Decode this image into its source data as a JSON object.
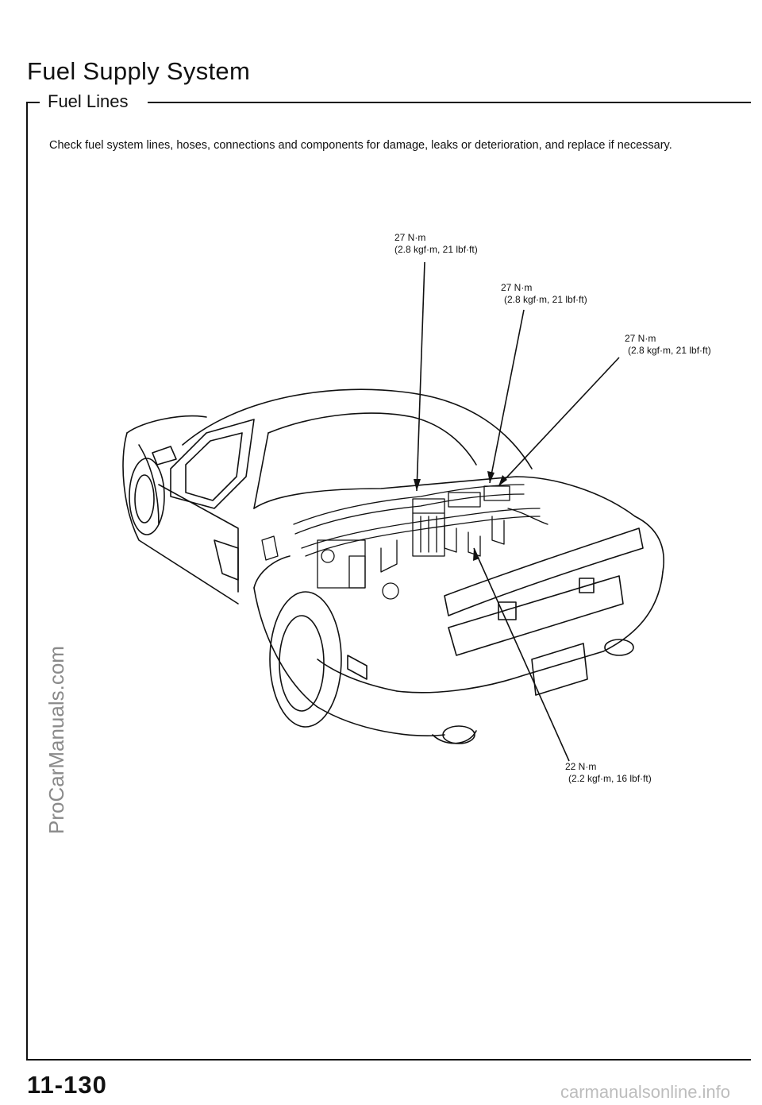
{
  "page": {
    "title": "Fuel Supply System",
    "section": "Fuel Lines",
    "intro": "Check fuel system lines, hoses, connections and components for damage, leaks or deterioration, and replace if necessary.",
    "page_number": "11-130",
    "footer_url": "carmanualsonline.info",
    "watermark": "ProCarManuals.com"
  },
  "torque_callouts": [
    {
      "value": "27 N·m",
      "detail": "(2.8 kgf·m, 21 lbf·ft)"
    },
    {
      "value": "27 N·m",
      "detail": "(2.8 kgf·m, 21 lbf·ft)"
    },
    {
      "value": "27 N·m",
      "detail": "(2.8 kgf·m, 21 lbf·ft)"
    },
    {
      "value": "22 N·m",
      "detail": "(2.2 kgf·m, 16 lbf·ft)"
    }
  ]
}
